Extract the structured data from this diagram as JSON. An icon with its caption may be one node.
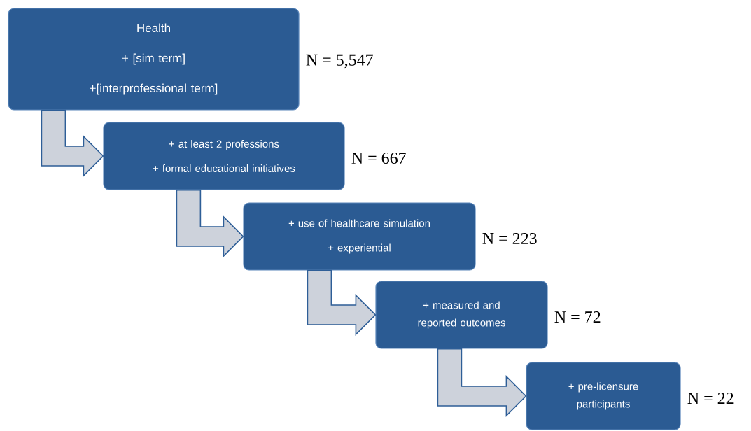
{
  "diagram": {
    "nodes": [
      {
        "text": [
          "Health",
          "+ [sim term]",
          "+[interprofessional term]"
        ],
        "beside": [
          "N = 5,547"
        ]
      },
      {
        "text": [
          "+ at least 2 professions",
          "+ formal educational initiatives"
        ],
        "beside": [
          "N = 667"
        ]
      },
      {
        "text": [
          "+ use of healthcare simulation",
          "+ experiential"
        ],
        "beside": [
          "N = 223"
        ]
      },
      {
        "text": [
          "+ measured and reported outcomes"
        ],
        "beside": [
          "N = 72"
        ]
      },
      {
        "text": [
          "+ pre-licensure participants"
        ],
        "beside": [
          "N = 22"
        ]
      }
    ],
    "edges": [
      {
        "from": 0,
        "to": 1,
        "arrow": "to"
      },
      {
        "from": 1,
        "to": 2,
        "arrow": "to"
      },
      {
        "from": 2,
        "to": 3,
        "arrow": "to"
      },
      {
        "from": 3,
        "to": 4,
        "arrow": "to"
      }
    ]
  }
}
